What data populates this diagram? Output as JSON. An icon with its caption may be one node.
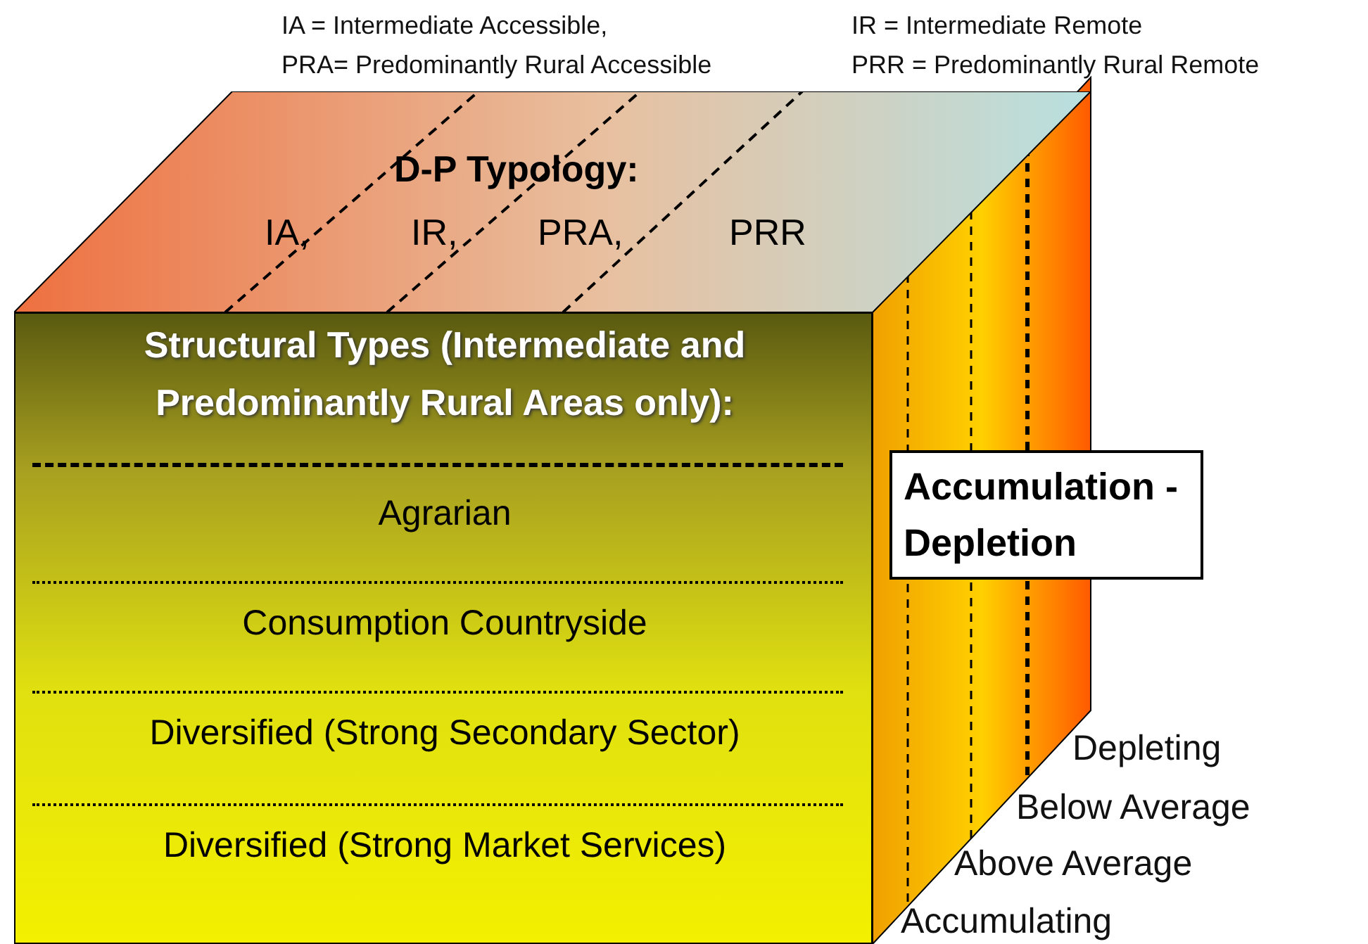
{
  "diagram": {
    "nodes": [
      {
        "text": [
          "D-P Typology:",
          "IA,",
          "IR,",
          "PRA,",
          "PRR"
        ]
      },
      {
        "text": [
          "Structural Types (Intermediate and Predominantly Rural Areas only):",
          "Agrarian",
          "Consumption Countryside",
          "Diversified (Strong Secondary Sector)",
          "Diversified (Strong Market Services)"
        ]
      },
      {
        "text": [
          "Accumulation - Depletion"
        ]
      }
    ],
    "edges": [],
    "labels": [
      "IA = Intermediate Accessible,",
      "IR = Intermediate Remote",
      "PRA= Predominantly Rural Accessible",
      "PRR = Predominantly Rural Remote",
      "Depleting",
      "Below Average",
      "Above Average",
      "Accumulating"
    ]
  }
}
